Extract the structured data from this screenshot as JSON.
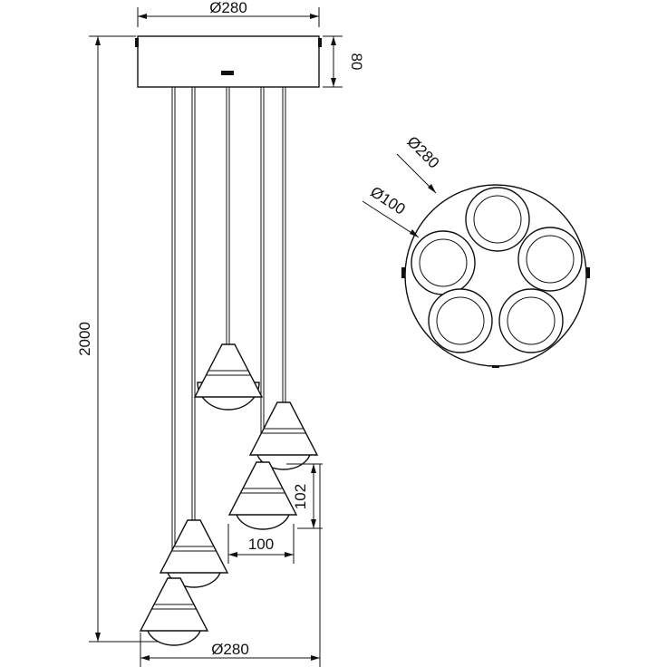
{
  "dimensions": {
    "canopy_diameter": "Ø280",
    "canopy_height": "80",
    "total_height": "2000",
    "shade_height": "102",
    "shade_diameter": "100",
    "spread_diameter": "Ø280",
    "plan_diameter": "Ø280",
    "plan_shade_diameter": "Ø100"
  }
}
